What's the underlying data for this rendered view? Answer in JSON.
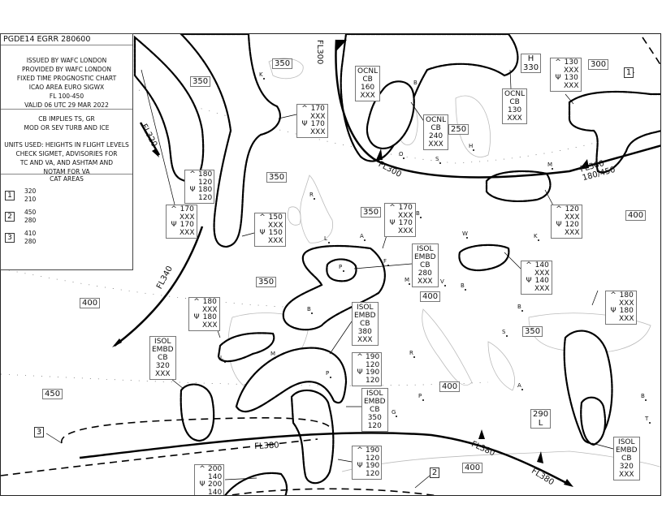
{
  "header": {
    "chart_id": "PGDE14 EGRR 280600"
  },
  "legend": {
    "issue_lines": [
      "ISSUED BY WAFC LONDON",
      "PROVIDED BY WAFC LONDON",
      "FIXED TIME PROGNOSTIC CHART",
      "ICAO AREA EURO SIGWX",
      "FL 100-450",
      "VALID 06 UTC 29 MAR 2022"
    ],
    "note_lines": [
      "CB IMPLIES TS, GR",
      "MOD OR SEV TURB AND ICE",
      "",
      "UNITS USED: HEIGHTS IN FLIGHT LEVELS",
      "CHECK SIGMET, ADVISORIES FOR",
      "TC AND VA, AND ASHTAM AND",
      "NOTAM FOR VA"
    ],
    "cat_title": "CAT AREAS",
    "cat_areas": [
      {
        "id": "1",
        "top": "320",
        "base": "210"
      },
      {
        "id": "2",
        "top": "450",
        "base": "280"
      },
      {
        "id": "3",
        "top": "410",
        "base": "280"
      }
    ]
  },
  "tropopause": [
    "350",
    "350",
    "300",
    "250",
    "350",
    "350",
    "400",
    "350",
    "400",
    "400",
    "350",
    "400",
    "450",
    "400"
  ],
  "pressure_centres": [
    {
      "type": "H",
      "value": "330"
    },
    {
      "type": "L",
      "value": "290"
    }
  ],
  "cb_areas": [
    [
      "OCNL",
      "CB",
      "160",
      "XXX"
    ],
    [
      "OCNL",
      "CB",
      "240",
      "XXX"
    ],
    [
      "OCNL",
      "CB",
      "130",
      "XXX"
    ],
    [
      "ISOL",
      "EMBD",
      "CB",
      "280",
      "XXX"
    ],
    [
      "ISOL",
      "EMBD",
      "CB",
      "380",
      "XXX"
    ],
    [
      "ISOL",
      "EMBD",
      "CB",
      "320",
      "XXX"
    ],
    [
      "ISOL",
      "EMBD",
      "CB",
      "350",
      "120"
    ],
    [
      "ISOL",
      "EMBD",
      "CB",
      "320",
      "XXX"
    ]
  ],
  "turb_ice": [
    {
      "turb_top": "130",
      "turb_base": "XXX",
      "ice_top": "130",
      "ice_base": "XXX"
    },
    {
      "turb_top": "170",
      "turb_base": "XXX",
      "ice_top": "170",
      "ice_base": "XXX"
    },
    {
      "turb_top": "180",
      "turb_base": "120",
      "ice_top": "180",
      "ice_base": "120"
    },
    {
      "turb_top": "170",
      "turb_base": "XXX",
      "ice_top": "170",
      "ice_base": "XXX"
    },
    {
      "turb_top": "150",
      "turb_base": "XXX",
      "ice_top": "150",
      "ice_base": "XXX"
    },
    {
      "turb_top": "170",
      "turb_base": "XXX",
      "ice_top": "170",
      "ice_base": "XXX"
    },
    {
      "turb_top": "120",
      "turb_base": "XXX",
      "ice_top": "120",
      "ice_base": "XXX"
    },
    {
      "turb_top": "140",
      "turb_base": "XXX",
      "ice_top": "140",
      "ice_base": "XXX"
    },
    {
      "turb_top": "180",
      "turb_base": "XXX",
      "ice_top": "180",
      "ice_base": "XXX"
    },
    {
      "turb_top": "180",
      "turb_base": "XXX",
      "ice_top": "180",
      "ice_base": "XXX"
    },
    {
      "turb_top": "190",
      "turb_base": "120",
      "ice_top": "190",
      "ice_base": "120"
    },
    {
      "turb_top": "190",
      "turb_base": "120",
      "ice_top": "190",
      "ice_base": "120"
    },
    {
      "turb_top": "200",
      "turb_base": "140",
      "ice_top": "200",
      "ice_base": "140"
    }
  ],
  "jet_labels": [
    "FL300",
    "FL300",
    "FL300 180/450",
    "FL320",
    "FL340",
    "FL380",
    "FL380",
    "FL380"
  ],
  "cat_markers": [
    "1",
    "2",
    "3"
  ],
  "cities": [
    "K",
    "O",
    "S",
    "H",
    "M",
    "B",
    "W",
    "K",
    "A",
    "B",
    "L",
    "P",
    "F",
    "M",
    "V",
    "B",
    "B",
    "S",
    "R",
    "P",
    "A",
    "B",
    "T",
    "M",
    "P",
    "R",
    "L",
    "B",
    "G"
  ],
  "symbols": {
    "turbulence": "^",
    "icing": "Ψ"
  }
}
